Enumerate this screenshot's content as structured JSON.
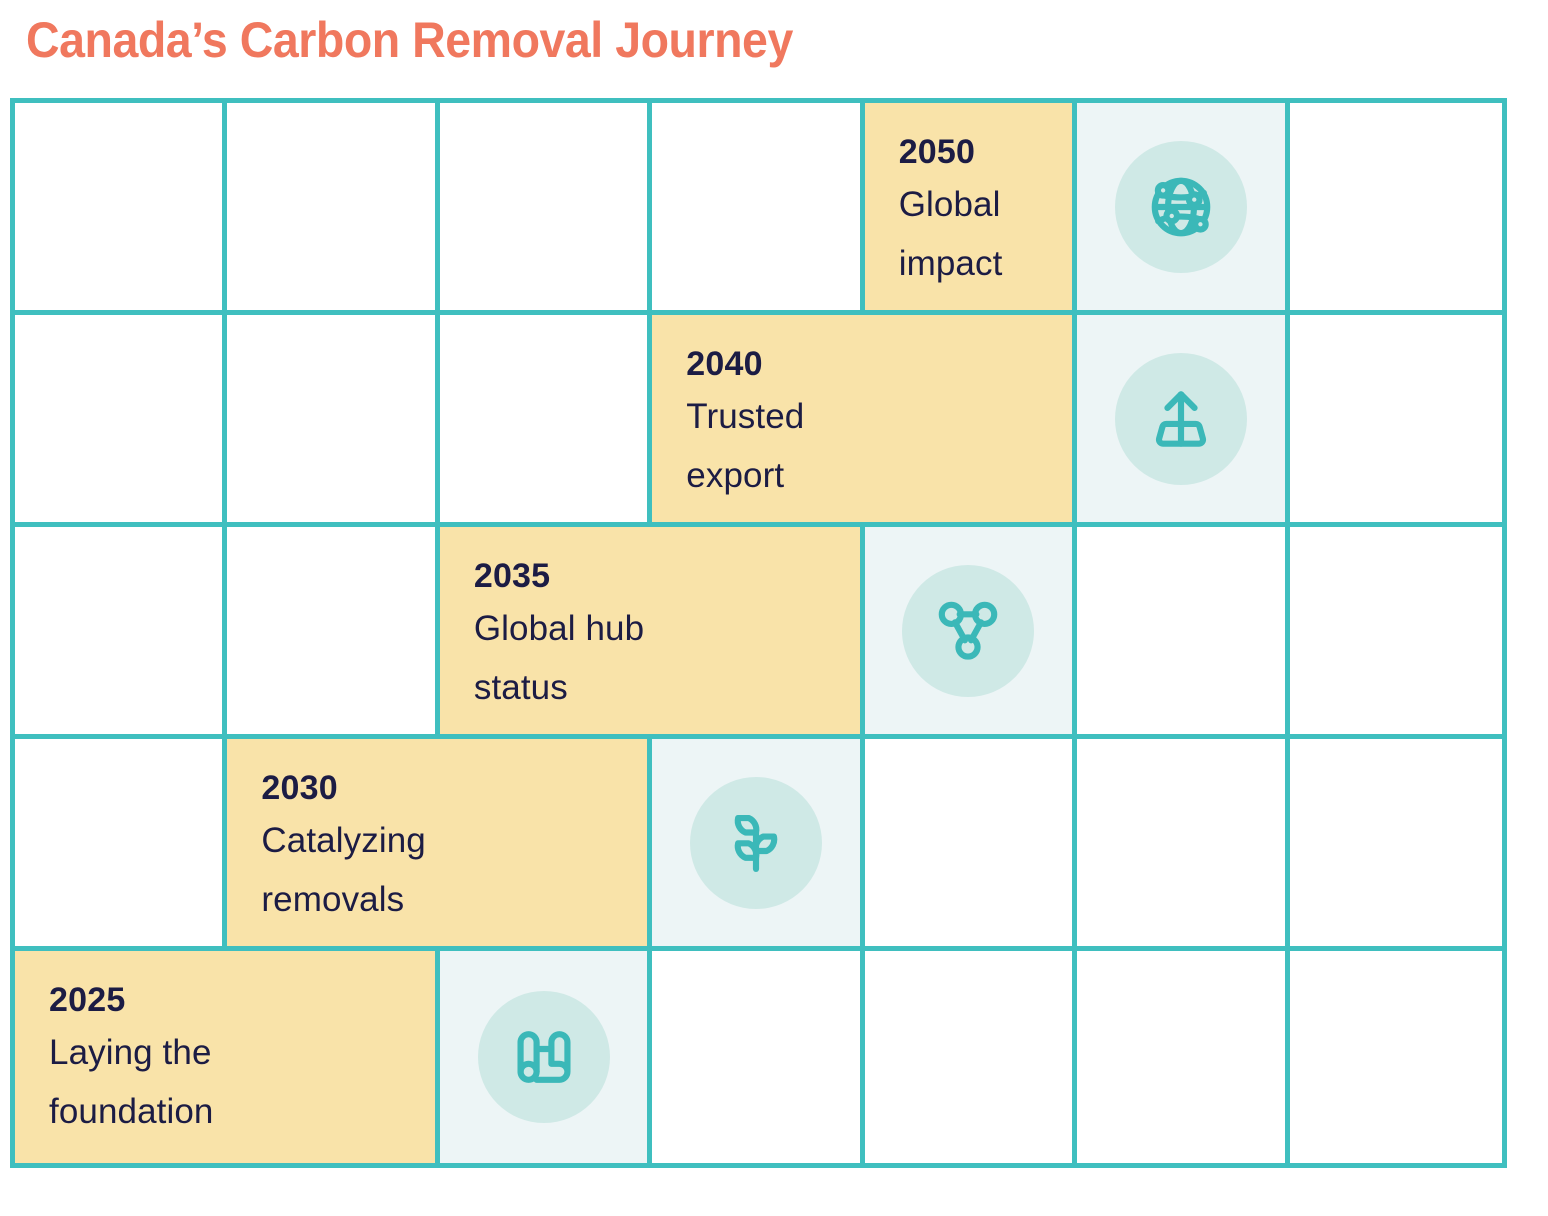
{
  "title": "Canada’s Carbon Removal Journey",
  "colors": {
    "title": "#F0785E",
    "grid_line": "#3FBFBF",
    "milestone_fill": "#F9E3A9",
    "icon_cell_fill": "#EDF5F6",
    "icon_circle_fill": "#CFE9E6",
    "icon_stroke": "#3BB8B8",
    "text": "#1C1C44"
  },
  "grid": {
    "columns": 7,
    "rows": 5
  },
  "chart_data": {
    "type": "table",
    "title": "Canada’s Carbon Removal Journey",
    "categories": [
      "2025",
      "2030",
      "2035",
      "2040",
      "2050"
    ],
    "values": [
      1,
      2,
      3,
      4,
      5
    ],
    "xlabel": "",
    "ylabel": "",
    "note": "Ascending staircase timeline; each milestone block spans 2 grid columns (2050 spans 1) and sits one row higher and one-to-two columns right of the previous."
  },
  "milestones": [
    {
      "year": "2050",
      "desc": "Global\nimpact",
      "icon": "globe-network-icon",
      "row": 1,
      "col_start": 5,
      "col_span": 1,
      "icon_col": 6
    },
    {
      "year": "2040",
      "desc": "Trusted\nexport",
      "icon": "export-upload-icon",
      "row": 2,
      "col_start": 4,
      "col_span": 2,
      "icon_col": 6
    },
    {
      "year": "2035",
      "desc": "Global hub\nstatus",
      "icon": "network-hub-icon",
      "row": 3,
      "col_start": 3,
      "col_span": 2,
      "icon_col": 5
    },
    {
      "year": "2030",
      "desc": "Catalyzing\nremovals",
      "icon": "sprout-icon",
      "row": 4,
      "col_start": 2,
      "col_span": 2,
      "icon_col": 4
    },
    {
      "year": "2025",
      "desc": "Laying the\nfoundation",
      "icon": "blueprint-scroll-icon",
      "row": 5,
      "col_start": 1,
      "col_span": 2,
      "icon_col": 3
    }
  ]
}
